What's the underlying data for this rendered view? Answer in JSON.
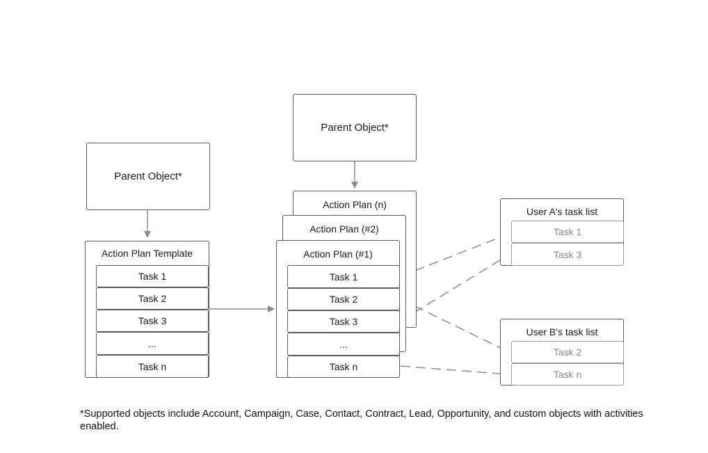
{
  "left_parent": {
    "label": "Parent Object*"
  },
  "template": {
    "title": "Action Plan Template",
    "tasks": [
      "Task 1",
      "Task 2",
      "Task 3",
      "...",
      "Task n"
    ]
  },
  "top_parent": {
    "label": "Parent Object*"
  },
  "plans": {
    "back_title": "Action Plan (n)",
    "middle_title": "Action Plan (#2)",
    "front_title": "Action Plan (#1)",
    "tasks": [
      "Task 1",
      "Task 2",
      "Task 3",
      "...",
      "Task n"
    ]
  },
  "user_a": {
    "title": "User A's task list",
    "tasks": [
      "Task 1",
      "Task 3"
    ]
  },
  "user_b": {
    "title": "User B's task list",
    "tasks": [
      "Task 2",
      "Task n"
    ]
  },
  "footnote": "*Supported objects include Account, Campaign, Case, Contact, Contract, Lead, Opportunity, and custom objects with activities enabled.",
  "colors": {
    "border": "#595959",
    "arrow": "#8c8c8c",
    "muted_text": "#8a8a8a"
  }
}
